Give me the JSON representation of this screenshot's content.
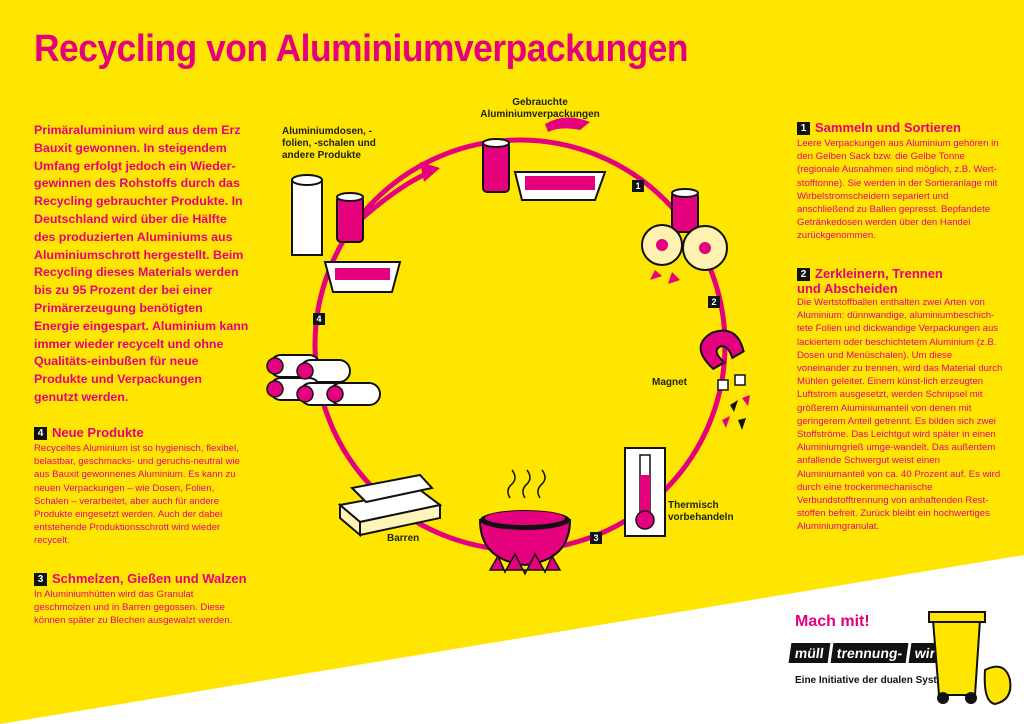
{
  "title": "Recycling von Aluminiumverpackungen",
  "intro": "Primäraluminium wird aus dem Erz Bauxit gewonnen. In steigendem Umfang erfolgt jedoch ein Wieder-gewinnen des Rohstoffs durch das Recycling gebrauchter Produkte. In Deutschland wird über die Hälfte des produzierten Aluminiums aus Aluminiumschrott hergestellt. Beim Recycling dieses Materials werden bis zu 95 Prozent der bei einer Primärerzeugung benötigten Energie eingespart. Aluminium kann immer wieder recycelt und ohne Qualitäts-einbußen für neue Produkte und Verpackungen genutzt werden.",
  "sections": {
    "s4": {
      "num": "4",
      "title": "Neue Produkte",
      "body": "Recyceltes Aluminium ist so hygienisch, flexibel, belastbar, geschmacks- und geruchs-neutral wie aus Bauxit gewonnenes Aluminium. Es kann zu neuen Verpackungen – wie Dosen, Folien, Schalen – verarbeitet, aber auch für andere Produkte eingesetzt werden. Auch der dabei entstehende Produktionsschrott wird wieder recycelt."
    },
    "s3": {
      "num": "3",
      "title": "Schmelzen, Gießen und Walzen",
      "body": "In Aluminiumhütten wird das Granulat geschmolzen und in Barren gegossen. Diese können später zu Blechen ausgewalzt werden."
    },
    "s1": {
      "num": "1",
      "title": "Sammeln und Sortieren",
      "body": "Leere Verpackungen aus Aluminium gehören in den Gelben Sack bzw. die Gelbe Tonne (regionale Ausnahmen sind möglich, z.B. Wert-stofftonne). Sie werden in der Sortieranlage mit Wirbelstromscheidern separiert und anschließend zu Ballen gepresst. Bepfandete Getränkedosen werden über den Handel zurückgenommen."
    },
    "s2": {
      "num": "2",
      "title": "Zerkleinern, Trennen und Abscheiden",
      "body": "Die Wertstoffballen enthalten zwei Arten von Aluminium: dünnwandige, aluminiumbeschich-tete Folien und dickwandige Verpackungen aus lackiertem oder beschichtetem Aluminium (z.B. Dosen und Menüschalen). Um diese voneinander zu trennen, wird das Material durch Mühlen geleitet. Einem künst-lich erzeugten Luftstrom ausgesetzt, werden Schnipsel mit größerem Aluminiumanteil von denen mit geringerem Anteil getrennt. Es bilden sich zwei Stoffströme. Das Leichtgut wird später in einen Aluminiumgrieß umge-wandelt. Das außerdem anfallende Schwergut weist einen Aluminiumanteil von ca. 40 Prozent auf. Es wird durch eine trockenmechanische Verbundstofftrennung von anhaftenden Rest-stoffen befreit. Zurück bleibt ein hochwertiges Aluminiumgranulat."
    }
  },
  "labels": {
    "gebrauchte": "Gebrauchte Aluminiumverpackungen",
    "dosen": "Aluminiumdosen, -folien, -schalen und andere Produkte",
    "magnet": "Magnet",
    "thermisch": "Thermisch vorbehandeln",
    "barren": "Barren"
  },
  "steps": [
    "1",
    "2",
    "3",
    "4"
  ],
  "footer": {
    "machmit": "Mach mit!",
    "brand": [
      "müll",
      "trennung-",
      "wirkt.de"
    ],
    "initiative": "Eine Initiative der dualen Systeme."
  },
  "colors": {
    "background": "#ffe600",
    "accent": "#e5007e"
  }
}
